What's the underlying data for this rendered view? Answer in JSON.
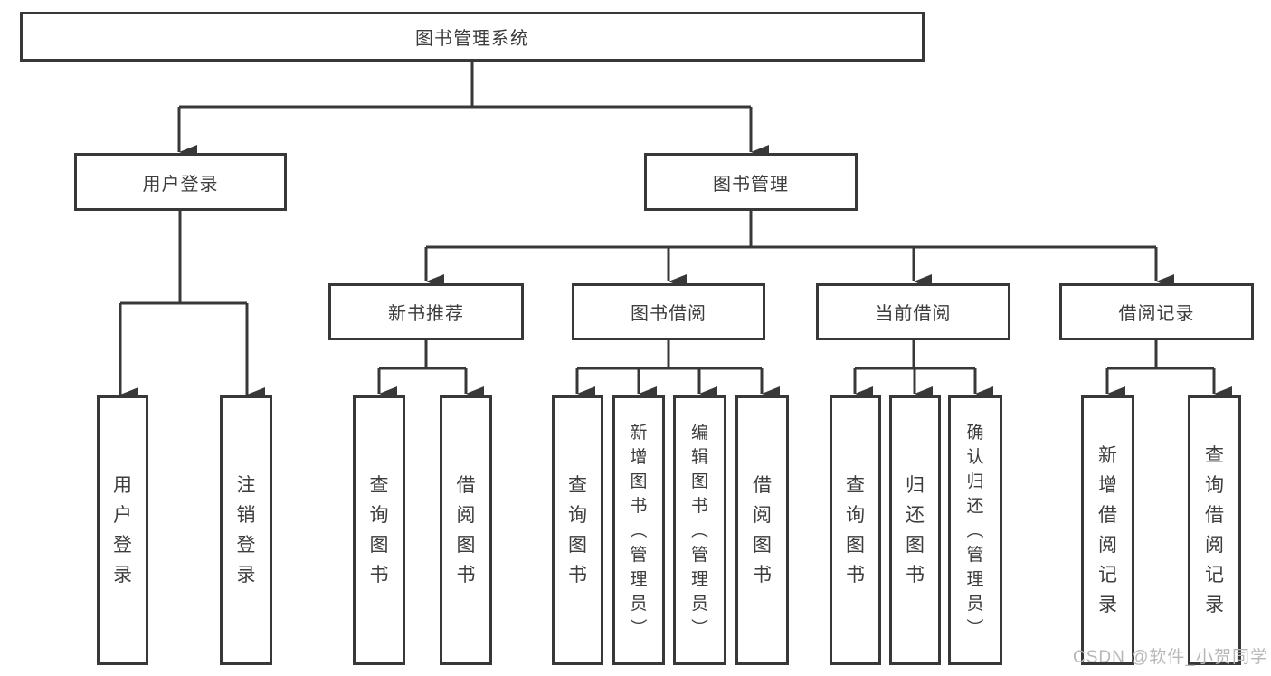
{
  "diagram": {
    "root": {
      "label": "图书管理系统"
    },
    "branches": [
      {
        "label": "用户登录",
        "children": [
          {
            "label": "用户登录"
          },
          {
            "label": "注销登录"
          }
        ]
      },
      {
        "label": "图书管理",
        "children": [
          {
            "label": "新书推荐",
            "children": [
              {
                "label": "查询图书"
              },
              {
                "label": "借阅图书"
              }
            ]
          },
          {
            "label": "图书借阅",
            "children": [
              {
                "label": "查询图书"
              },
              {
                "label": "新增图书（管理员）"
              },
              {
                "label": "编辑图书（管理员）"
              },
              {
                "label": "借阅图书"
              }
            ]
          },
          {
            "label": "当前借阅",
            "children": [
              {
                "label": "查询图书"
              },
              {
                "label": "归还图书"
              },
              {
                "label": "确认归还（管理员）"
              }
            ]
          },
          {
            "label": "借阅记录",
            "children": [
              {
                "label": "新增借阅记录"
              },
              {
                "label": "查询借阅记录"
              }
            ]
          }
        ]
      }
    ]
  },
  "watermark": {
    "text": "CSDN @软件_小贺同学"
  },
  "colors": {
    "line": "#383838",
    "box_border": "#383838",
    "text": "#3d3d3d",
    "background": "#ffffff",
    "watermark": "#b7b7b7"
  }
}
